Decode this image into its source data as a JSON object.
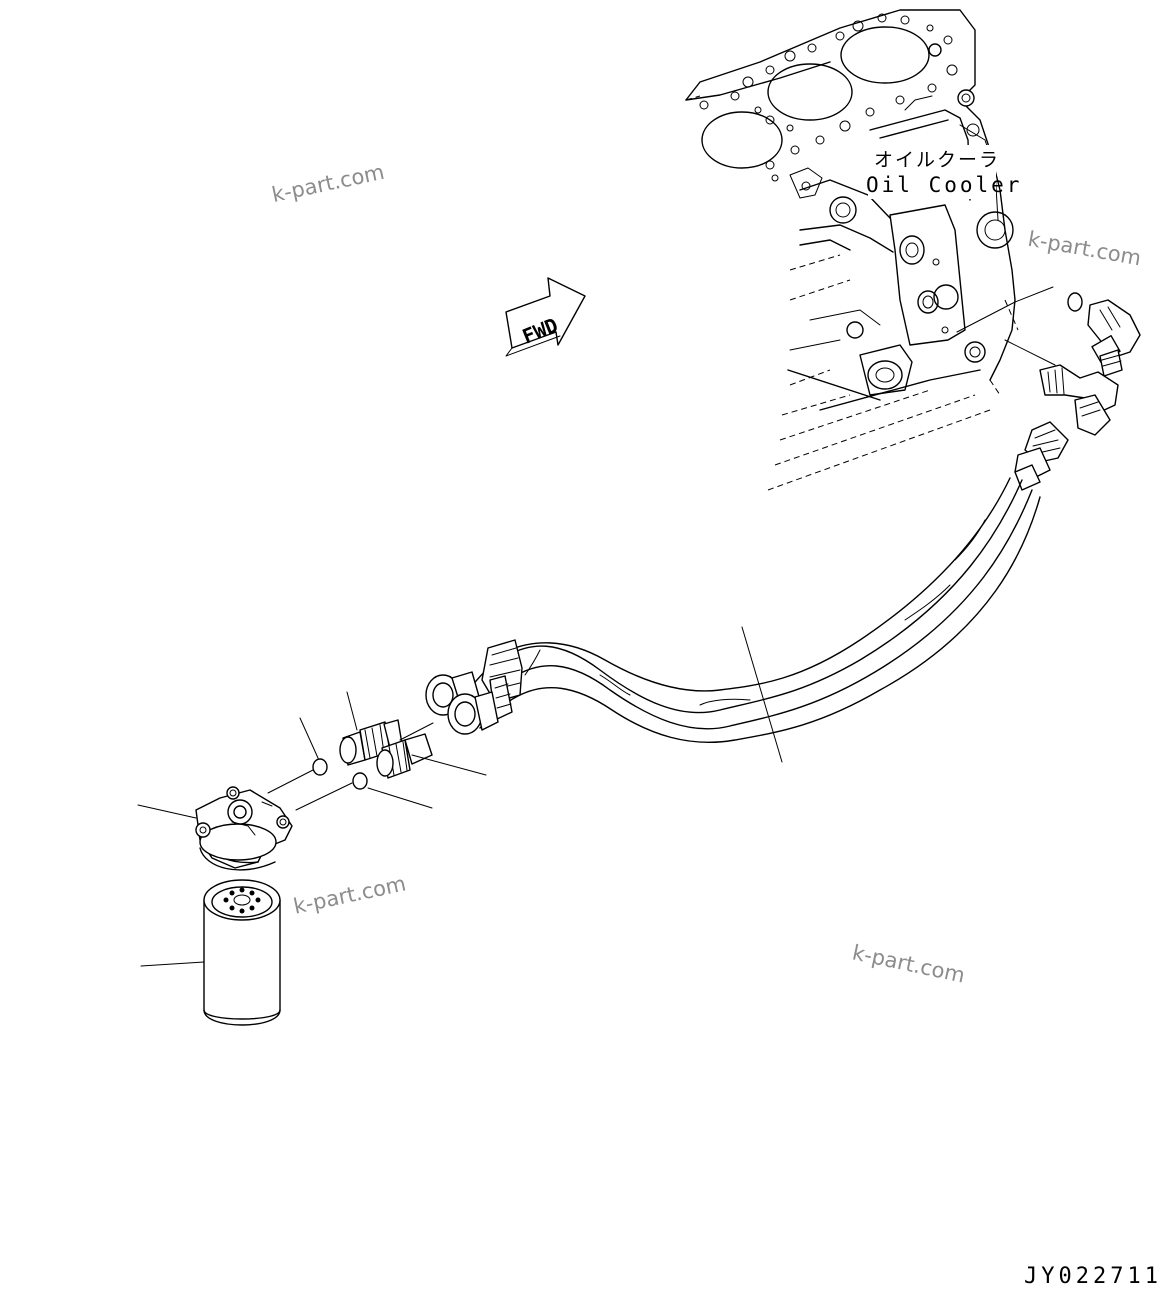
{
  "diagram": {
    "callout": {
      "japanese": "オイルクーラ",
      "english": "Oil Cooler"
    },
    "direction_arrow": "FWD",
    "drawing_code": "JY022711",
    "watermarks": [
      "k-part.com",
      "k-part.com",
      "k-part.com",
      "k-part.com"
    ]
  }
}
